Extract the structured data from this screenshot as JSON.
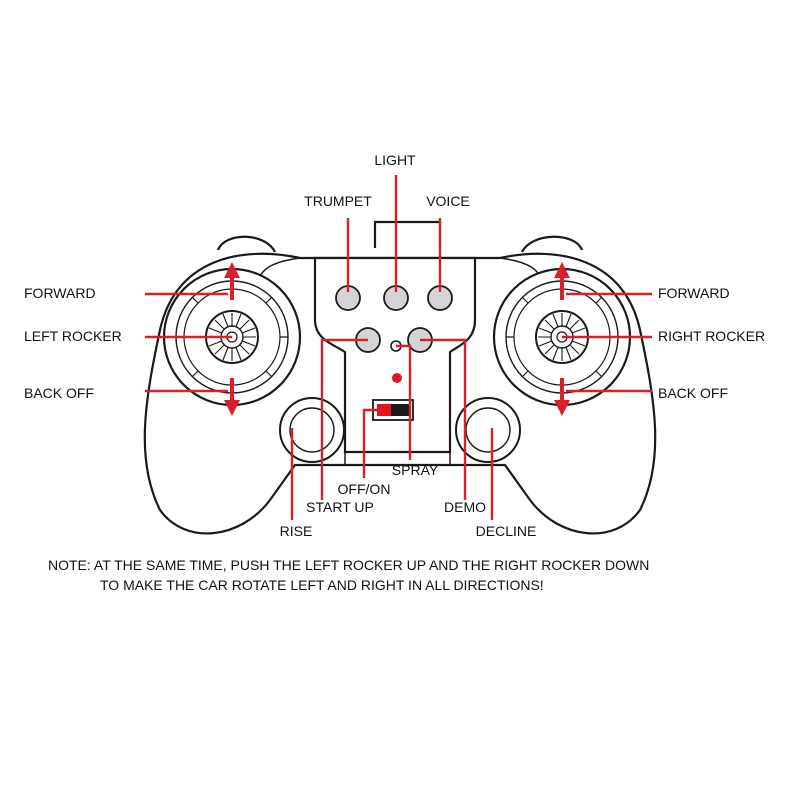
{
  "labels": {
    "light": "LIGHT",
    "trumpet": "TRUMPET",
    "voice": "VOICE",
    "forward_left": "FORWARD",
    "left_rocker": "LEFT ROCKER",
    "back_off_left": "BACK OFF",
    "forward_right": "FORWARD",
    "right_rocker": "RIGHT ROCKER",
    "back_off_right": "BACK OFF",
    "spray": "SPRAY",
    "off_on": "OFF/ON",
    "start_up": "START UP",
    "demo": "DEMO",
    "rise": "RISE",
    "decline": "DECLINE"
  },
  "note": {
    "line1": "NOTE: AT THE SAME TIME, PUSH THE LEFT ROCKER UP AND THE RIGHT ROCKER DOWN",
    "line2": "TO MAKE THE CAR ROTATE LEFT AND RIGHT IN ALL DIRECTIONS!"
  },
  "colors": {
    "callout": "#d9202a",
    "outline": "#1a1a1a",
    "button_fill": "#d4d4d4",
    "indicator": "#e0161e"
  }
}
